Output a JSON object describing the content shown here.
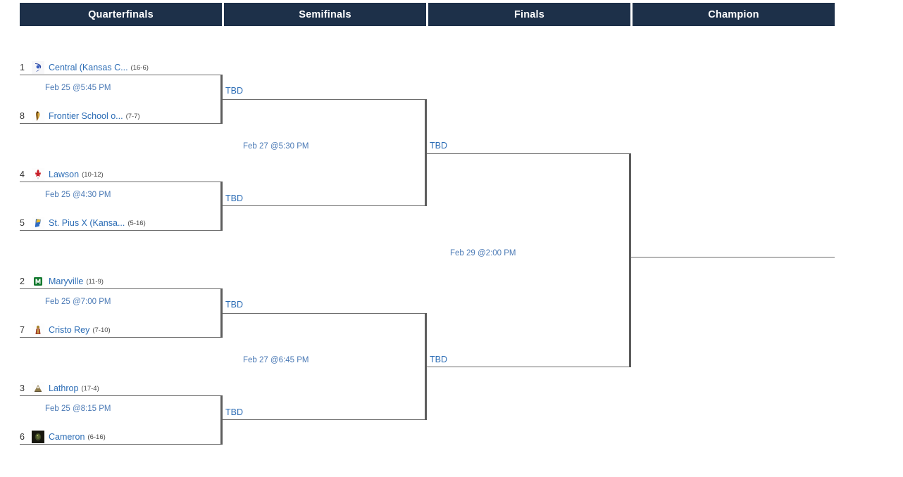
{
  "header": {
    "columns": [
      {
        "label": "Quarterfinals"
      },
      {
        "label": "Semifinals"
      },
      {
        "label": "Finals"
      },
      {
        "label": "Champion"
      }
    ],
    "bg_color": "#1d3049",
    "text_color": "#ffffff"
  },
  "colors": {
    "link": "#2b6cb5",
    "time_text": "#4a79b5",
    "bracket_line": "#6b6b6b",
    "seed_text": "#333333",
    "record_text": "#4a4a4a"
  },
  "rounds": {
    "quarterfinals": {
      "games": [
        {
          "time": "Feb 25 @5:45 PM",
          "teams": [
            {
              "seed": "1",
              "name": "Central (Kansas C...",
              "record": "(16-6)",
              "logo": "central-logo-icon"
            },
            {
              "seed": "8",
              "name": "Frontier School o...",
              "record": "(7-7)",
              "logo": "frontier-logo-icon"
            }
          ]
        },
        {
          "time": "Feb 25 @4:30 PM",
          "teams": [
            {
              "seed": "4",
              "name": "Lawson",
              "record": "(10-12)",
              "logo": "lawson-logo-icon"
            },
            {
              "seed": "5",
              "name": "St. Pius X (Kansa...",
              "record": "(5-16)",
              "logo": "stpiusx-logo-icon"
            }
          ]
        },
        {
          "time": "Feb 25 @7:00 PM",
          "teams": [
            {
              "seed": "2",
              "name": "Maryville",
              "record": "(11-9)",
              "logo": "maryville-logo-icon"
            },
            {
              "seed": "7",
              "name": "Cristo Rey",
              "record": "(7-10)",
              "logo": "cristorey-logo-icon"
            }
          ]
        },
        {
          "time": "Feb 25 @8:15 PM",
          "teams": [
            {
              "seed": "3",
              "name": "Lathrop",
              "record": "(17-4)",
              "logo": "lathrop-logo-icon"
            },
            {
              "seed": "6",
              "name": "Cameron",
              "record": "(6-16)",
              "logo": "cameron-logo-icon"
            }
          ]
        }
      ]
    },
    "semifinals": {
      "games": [
        {
          "time": "Feb 27 @5:30 PM",
          "teams": [
            {
              "name": "TBD"
            },
            {
              "name": "TBD"
            }
          ]
        },
        {
          "time": "Feb 27 @6:45 PM",
          "teams": [
            {
              "name": "TBD"
            },
            {
              "name": "TBD"
            }
          ]
        }
      ]
    },
    "finals": {
      "games": [
        {
          "time": "Feb 29 @2:00 PM",
          "teams": [
            {
              "name": "TBD"
            },
            {
              "name": "TBD"
            }
          ]
        }
      ]
    },
    "champion": {
      "team": ""
    }
  }
}
